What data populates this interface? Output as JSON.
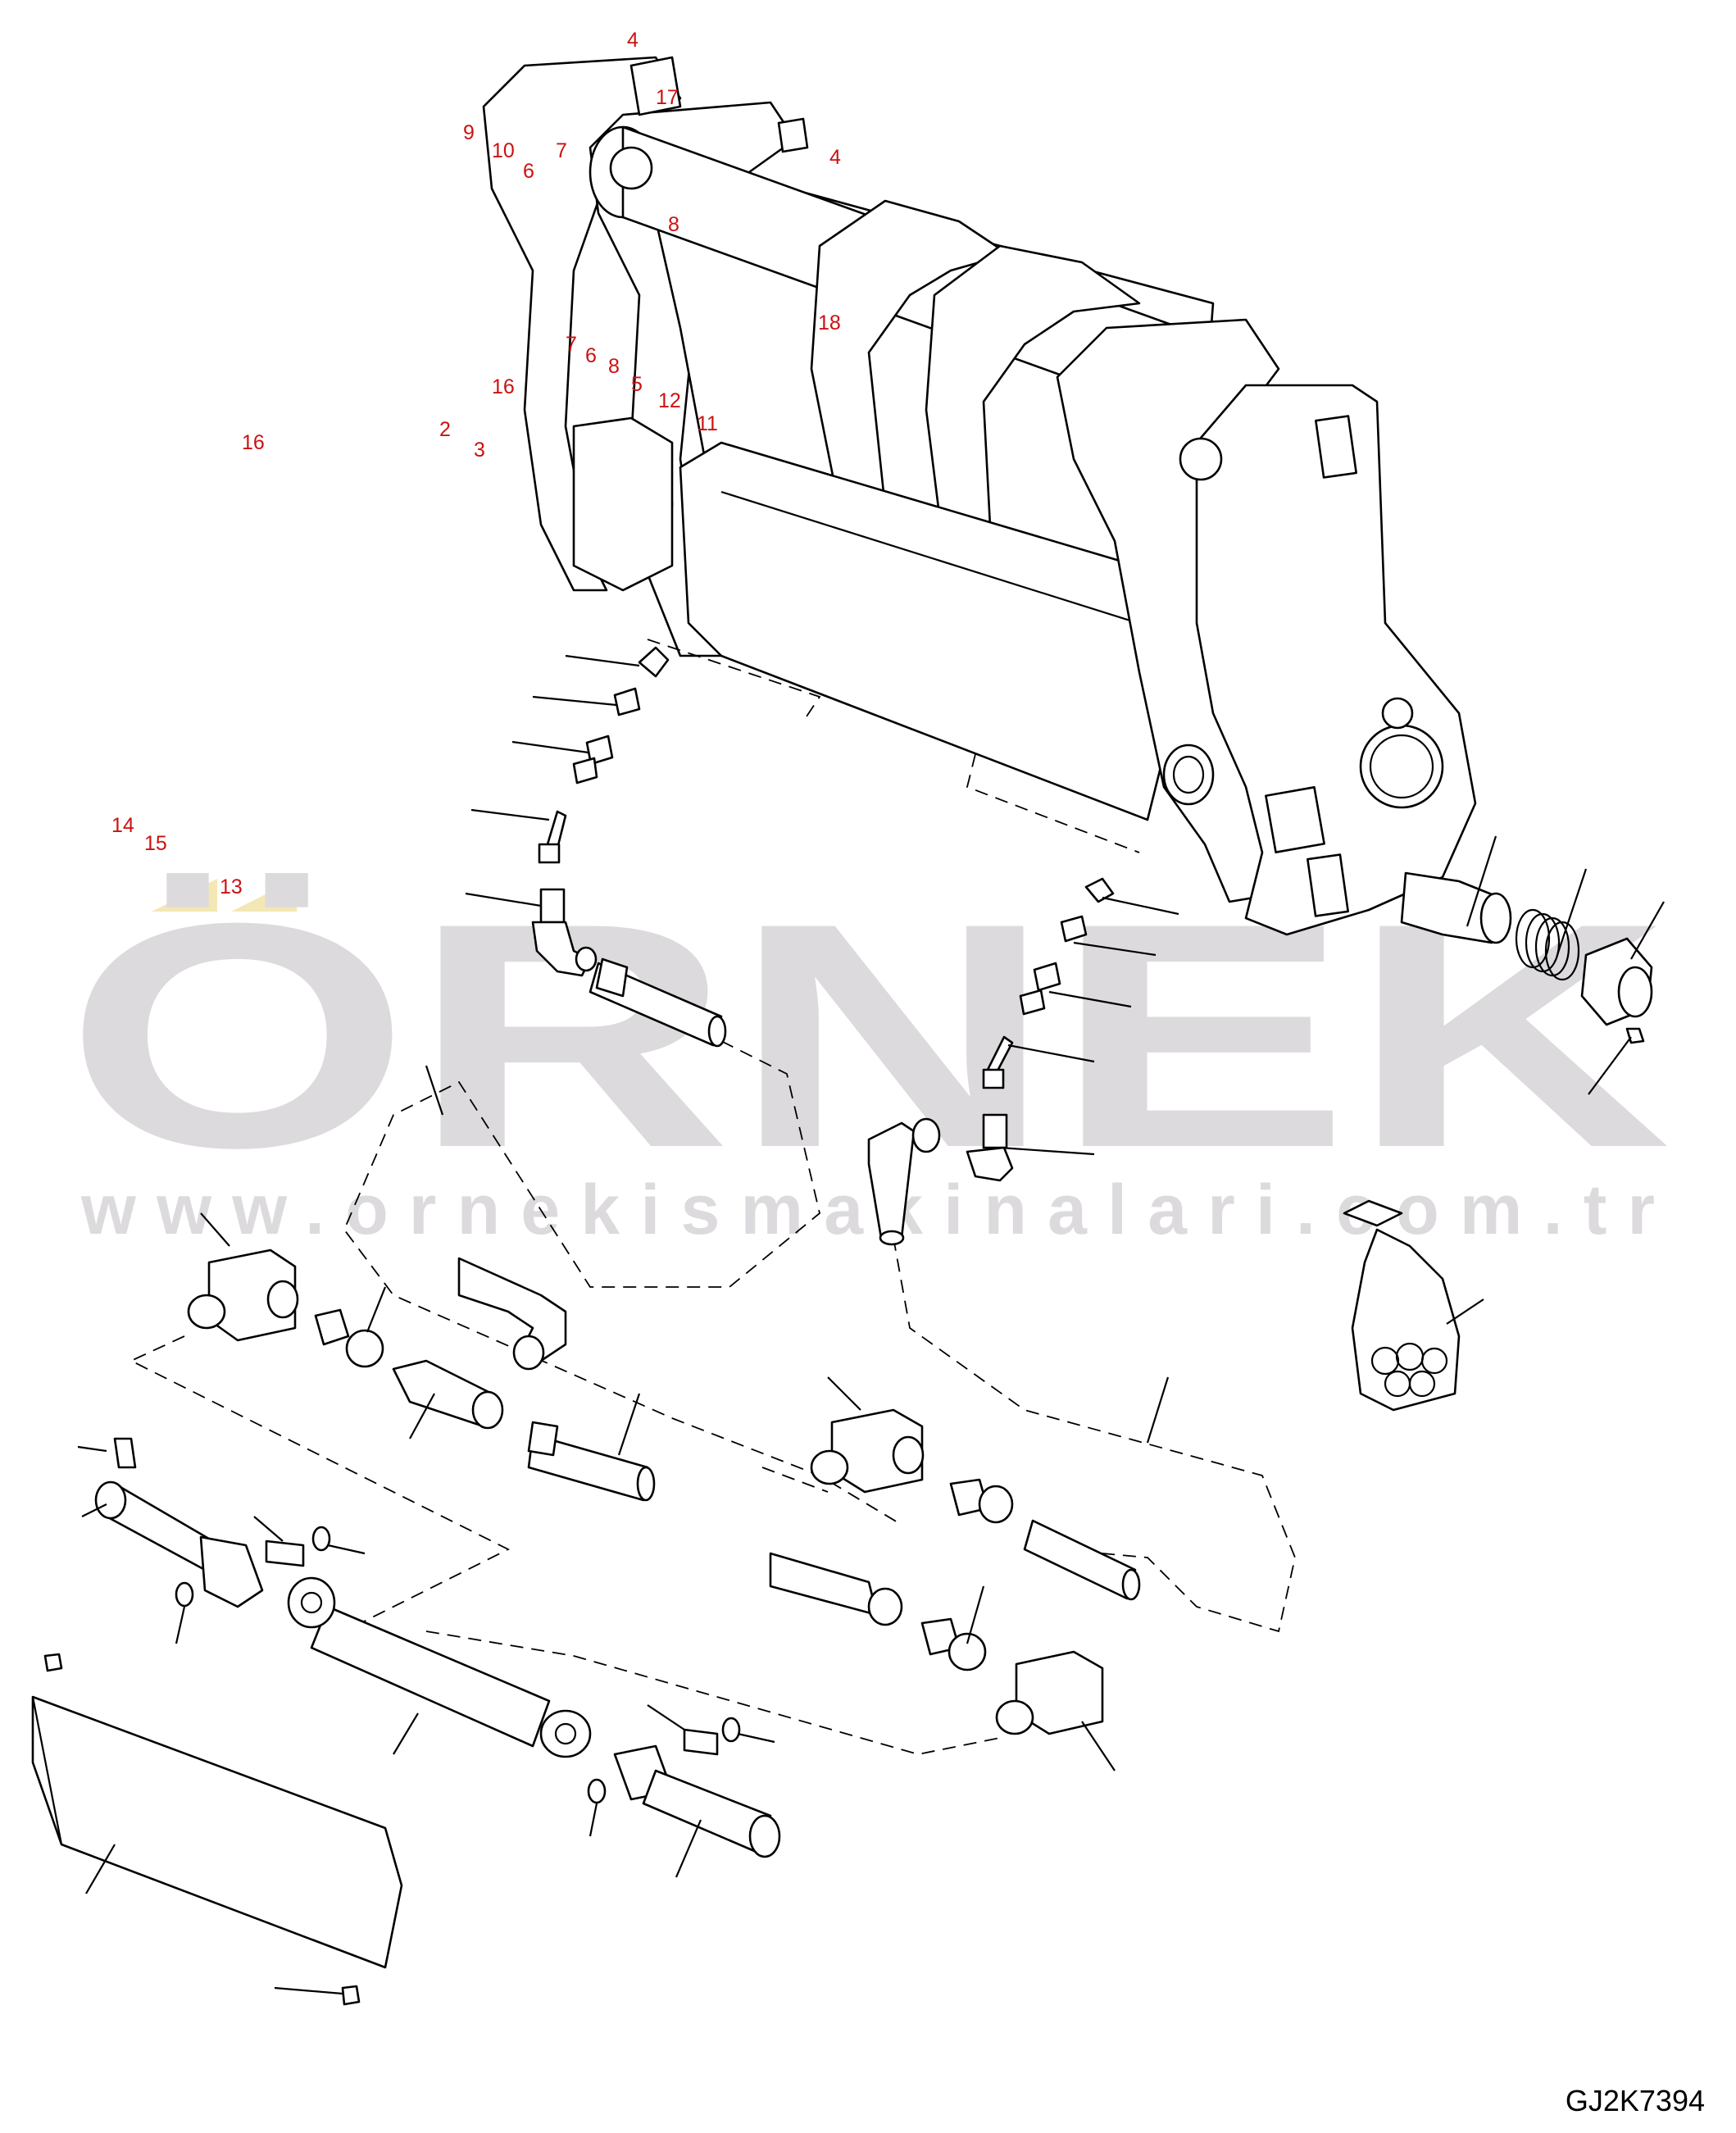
{
  "watermark": {
    "brand": "ÖRNEK",
    "url": "www.ornekismakinalari.com.tr",
    "color": "#dcdadd",
    "accent": "#f3e7b4"
  },
  "drawing_code": "GJ2K7394",
  "callouts": [
    {
      "id": "c-4-top",
      "text": "4"
    },
    {
      "id": "c-17",
      "text": "17"
    },
    {
      "id": "c-9",
      "text": "9"
    },
    {
      "id": "c-10",
      "text": "10"
    },
    {
      "id": "c-7a",
      "text": "7"
    },
    {
      "id": "c-6a",
      "text": "6"
    },
    {
      "id": "c-4b",
      "text": "4"
    },
    {
      "id": "c-8a",
      "text": "8"
    },
    {
      "id": "c-18",
      "text": "18"
    },
    {
      "id": "c-7b",
      "text": "7"
    },
    {
      "id": "c-6b",
      "text": "6"
    },
    {
      "id": "c-8b",
      "text": "8"
    },
    {
      "id": "c-5",
      "text": "5"
    },
    {
      "id": "c-12",
      "text": "12"
    },
    {
      "id": "c-16a",
      "text": "16"
    },
    {
      "id": "c-11",
      "text": "11"
    },
    {
      "id": "c-16b",
      "text": "16"
    },
    {
      "id": "c-2",
      "text": "2"
    },
    {
      "id": "c-3",
      "text": "3"
    },
    {
      "id": "c-14",
      "text": "14"
    },
    {
      "id": "c-15",
      "text": "15"
    },
    {
      "id": "c-13",
      "text": "13"
    }
  ]
}
